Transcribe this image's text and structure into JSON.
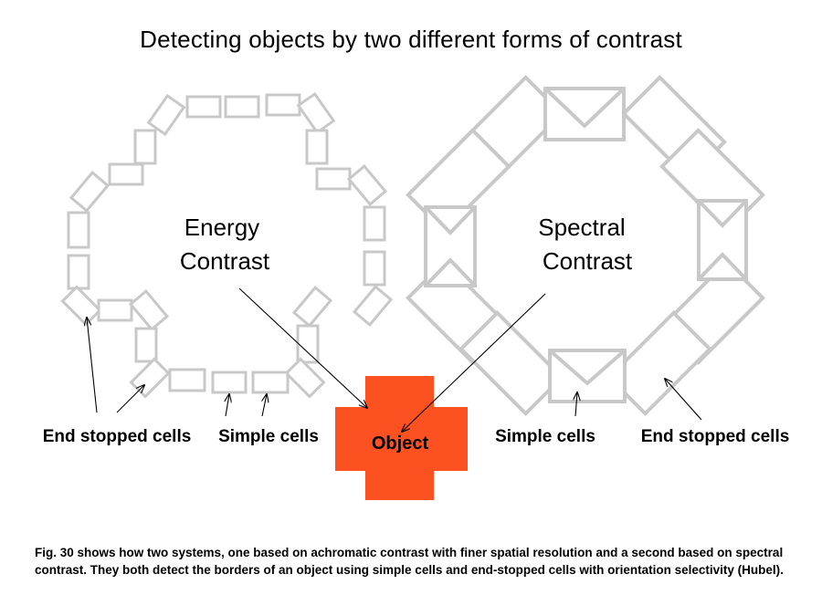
{
  "title": "Detecting objects by two different forms of contrast",
  "energy_label_line1": "Energy",
  "energy_label_line2": "Contrast",
  "spectral_label_line1": "Spectral",
  "spectral_label_line2": "Contrast",
  "object_label": "Object",
  "object_color": "#fe5121",
  "cell_stroke_color": "#c8c8c8",
  "left_end_stopped_label": "End stopped cells",
  "left_simple_label": "Simple cells",
  "right_simple_label": "Simple cells",
  "right_end_stopped_label": "End stopped cells",
  "caption": "Fig. 30 shows how two systems, one based on achromatic contrast with finer spatial resolution and a second based on spectral contrast. They both detect the borders of an object using simple cells and end-stopped cells with orientation selectivity (Hubel)."
}
